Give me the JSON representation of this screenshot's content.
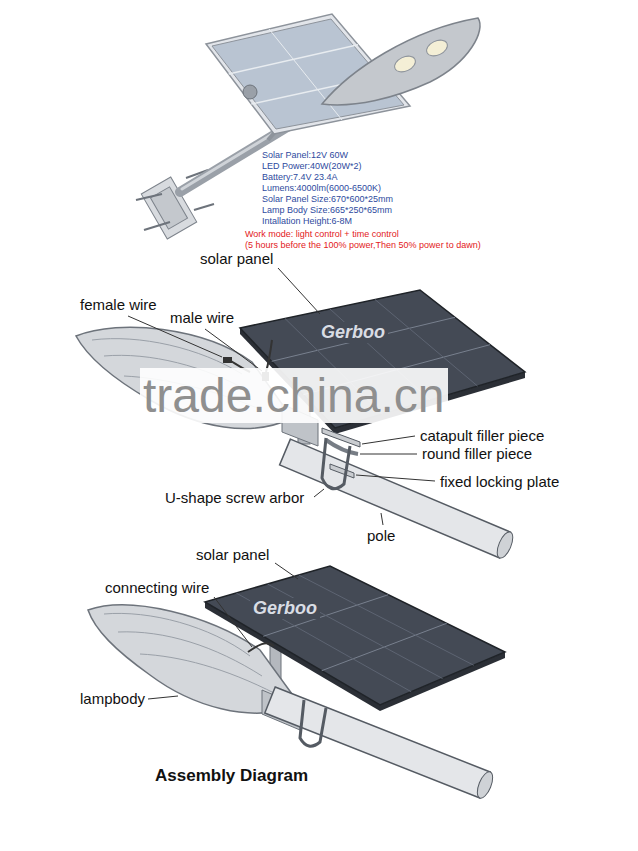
{
  "diagram": {
    "title": "Assembly Diagram",
    "labels": [
      "Solar Panel:12V 60W",
      "LED Power:40W(20W*2)",
      "Battery:7.4V 23.4A",
      "Lumens:4000lm(6000-6500K)",
      "Solar Panel Size:670*600*25mm",
      "Lamp Body Size:665*250*65mm",
      "Intallation Height:6-8M",
      "Work mode: light control + time control",
      "(5 hours before the 100% power,Then 50% power to dawn)",
      "solar panel",
      "female wire",
      "male wire",
      "Gerboo",
      "trade.china.cn",
      "catapult filler piece",
      "round filler piece",
      "fixed locking plate",
      "U-shape screw arbor",
      "pole",
      "solar panel",
      "connecting wire",
      "Gerboo",
      "lampbody"
    ]
  }
}
